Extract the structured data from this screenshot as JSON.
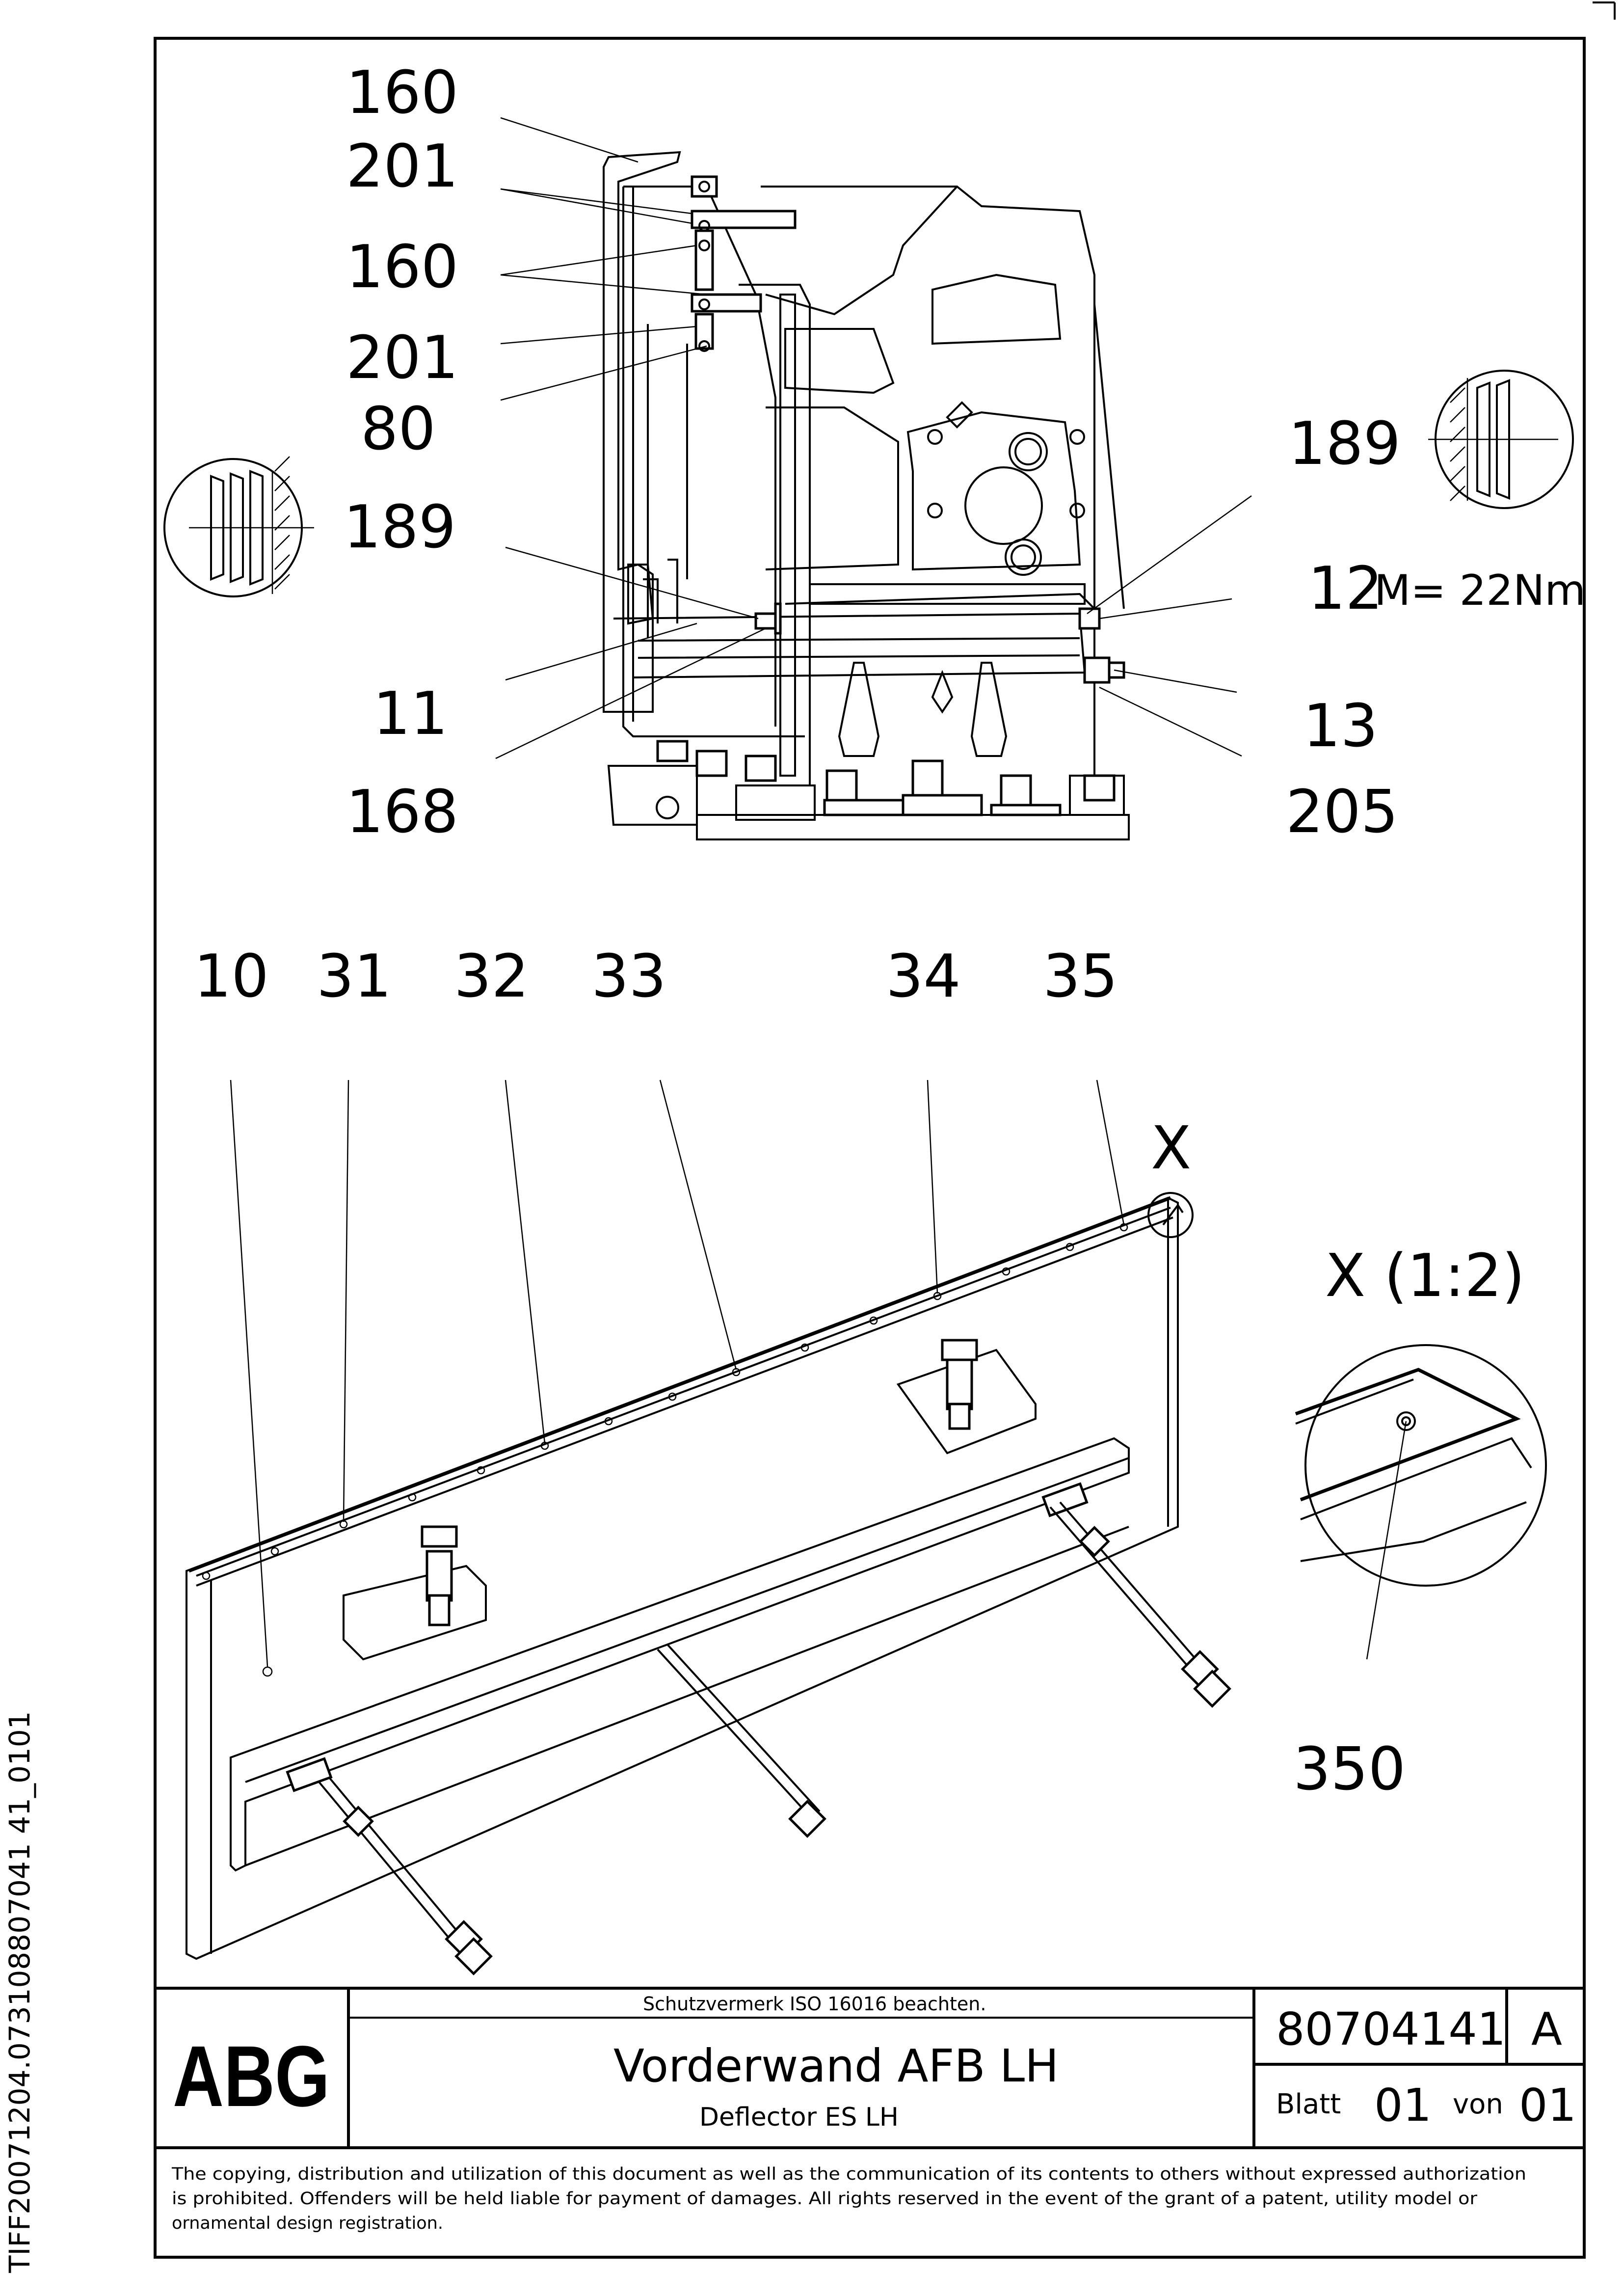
{
  "side_code": "TIFF20071204.073108807041 41_0101",
  "detail_view": {
    "labels_left": [
      "160",
      "201",
      "160",
      "201",
      "80",
      "189",
      "11",
      "168"
    ],
    "labels_right": [
      "189",
      "12",
      "13",
      "205"
    ],
    "torque": "M= 22Nm"
  },
  "main_view": {
    "labels_top": [
      "10",
      "31",
      "32",
      "33",
      "34",
      "35"
    ],
    "detail_marker": "X",
    "detail_title": "X (1:2)",
    "detail_label": "350"
  },
  "title_block": {
    "logo": "ABG",
    "protection_note": "Schutzvermerk ISO 16016 beachten.",
    "title": "Vorderwand AFB LH",
    "subtitle": "Deflector ES LH",
    "drawing_number": "80704141",
    "revision": "A",
    "sheet_label": "Blatt",
    "sheet_number": "01",
    "of_label": "von",
    "total_sheets": "01",
    "copyright": [
      "The copying, distribution and utilization of this document as well as the communication of its contents to others without expressed authorization",
      "is prohibited. Offenders will be held liable for payment of damages. All rights reserved in the event of the grant of a patent, utility model or",
      "ornamental design registration."
    ]
  }
}
